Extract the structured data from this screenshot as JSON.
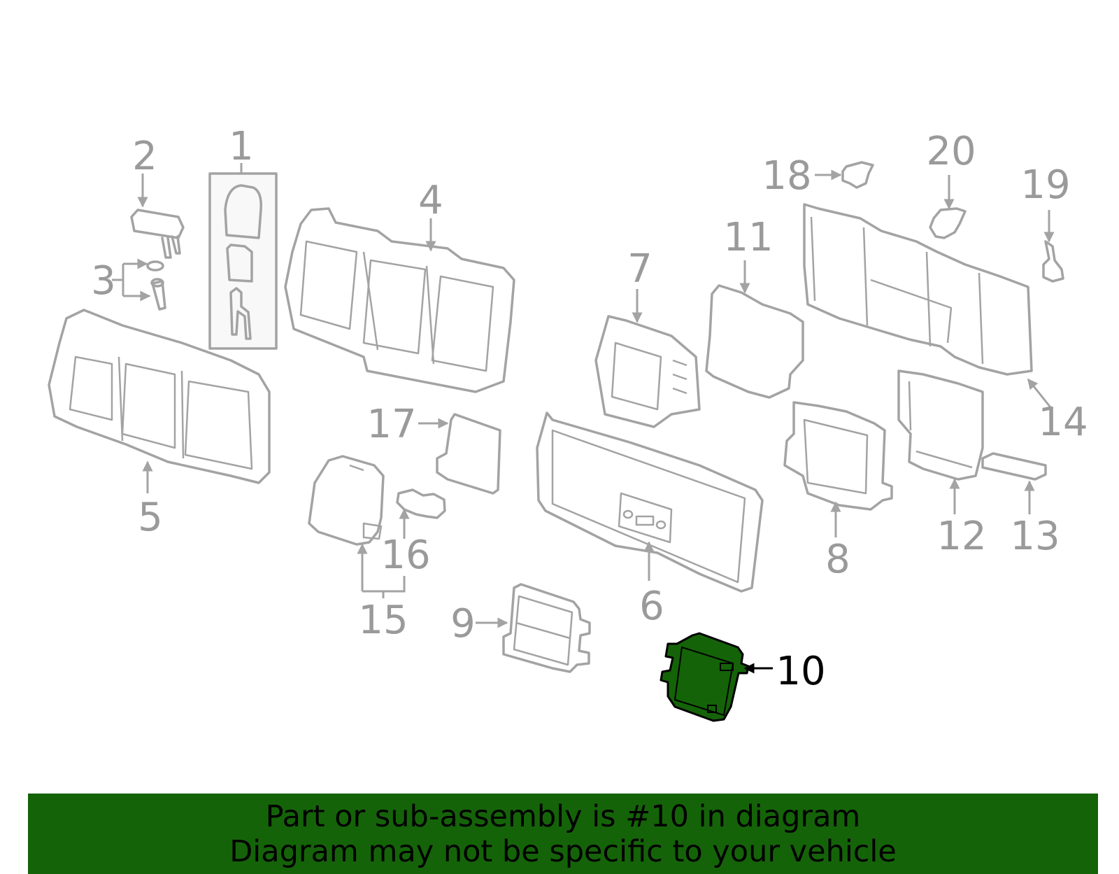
{
  "callouts": {
    "c1": "1",
    "c2": "2",
    "c3": "3",
    "c4": "4",
    "c5": "5",
    "c6": "6",
    "c7": "7",
    "c8": "8",
    "c9": "9",
    "c10": "10",
    "c11": "11",
    "c12": "12",
    "c13": "13",
    "c14": "14",
    "c15": "15",
    "c16": "16",
    "c17": "17",
    "c18": "18",
    "c19": "19",
    "c20": "20"
  },
  "highlighted_part": "10",
  "colors": {
    "highlight_fill": "#156309",
    "line_gray": "#a3a3a3",
    "label_gray": "#9a9a9a"
  },
  "banner": {
    "line1": "Part or sub-assembly is #10 in diagram",
    "line2": "Diagram may not be specific to your vehicle"
  }
}
